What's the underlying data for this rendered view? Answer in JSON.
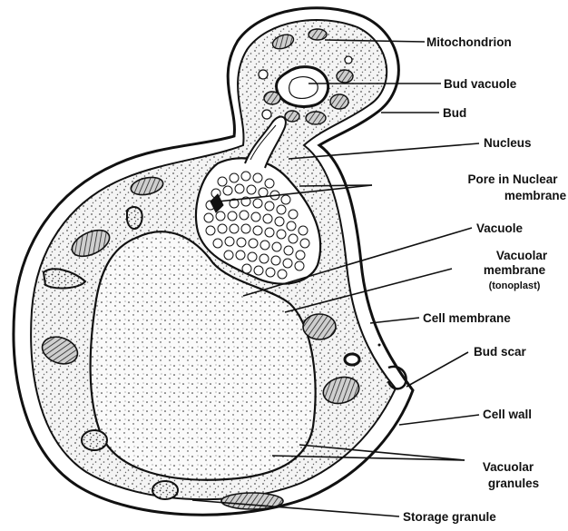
{
  "labels": {
    "mitochondrion": "Mitochondrion",
    "bud_vacuole": "Bud vacuole",
    "bud": "Bud",
    "nucleus": "Nucleus",
    "pore_line1": "Pore in Nuclear",
    "pore_line2": "membrane",
    "vacuole": "Vacuole",
    "vacuolar_membrane_line1": "Vacuolar",
    "vacuolar_membrane_line2": "membrane",
    "vacuolar_membrane_line3": "(tonoplast)",
    "cell_membrane": "Cell membrane",
    "bud_scar": "Bud scar",
    "cell_wall": "Cell wall",
    "vacuolar_granules_line1": "Vacuolar",
    "vacuolar_granules_line2": "granules",
    "storage_granule": "Storage granule"
  }
}
